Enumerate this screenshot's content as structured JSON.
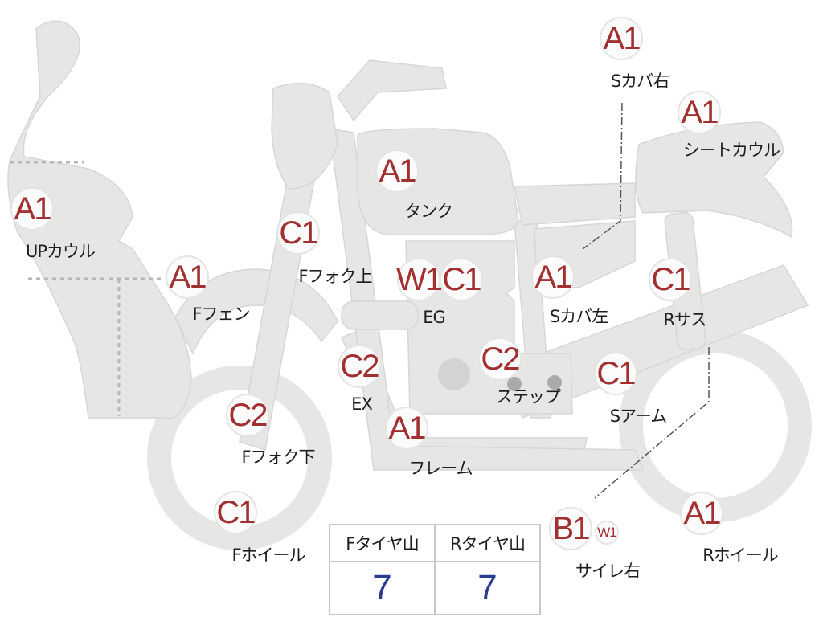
{
  "parts": [
    {
      "id": "up-cowl",
      "grade": "A1",
      "label": "UPカウル"
    },
    {
      "id": "front-fender",
      "grade": "A1",
      "label": "Fフェン"
    },
    {
      "id": "front-fork-upper",
      "grade": "C1",
      "label": "Fフォク上"
    },
    {
      "id": "tank",
      "grade": "A1",
      "label": "タンク"
    },
    {
      "id": "engine",
      "grade": "W1",
      "grade2": "C1",
      "label": "EG"
    },
    {
      "id": "exhaust",
      "grade": "C2",
      "label": "EX"
    },
    {
      "id": "front-fork-lower",
      "grade": "C2",
      "label": "Fフォク下"
    },
    {
      "id": "front-wheel",
      "grade": "C1",
      "label": "Fホイール"
    },
    {
      "id": "frame",
      "grade": "A1",
      "label": "フレーム"
    },
    {
      "id": "step",
      "grade": "C2",
      "label": "ステップ"
    },
    {
      "id": "side-cover-left",
      "grade": "A1",
      "label": "Sカバ左"
    },
    {
      "id": "side-cover-right",
      "grade": "A1",
      "label": "Sカバ右"
    },
    {
      "id": "seat-cowl",
      "grade": "A1",
      "label": "シートカウル"
    },
    {
      "id": "rear-suspension",
      "grade": "C1",
      "label": "Rサス"
    },
    {
      "id": "swing-arm",
      "grade": "C1",
      "label": "Sアーム"
    },
    {
      "id": "silencer-right",
      "grade": "B1",
      "grade2": "W1",
      "label": "サイレ右"
    },
    {
      "id": "rear-wheel",
      "grade": "A1",
      "label": "Rホイール"
    }
  ],
  "tire_tread": {
    "front_label": "Fタイヤ山",
    "rear_label": "Rタイヤ山",
    "front_value": "7",
    "rear_value": "7"
  },
  "colors": {
    "grade_text": "#a23030",
    "tread_value": "#2a3d8f",
    "part_fill": "#e6e6e4"
  }
}
